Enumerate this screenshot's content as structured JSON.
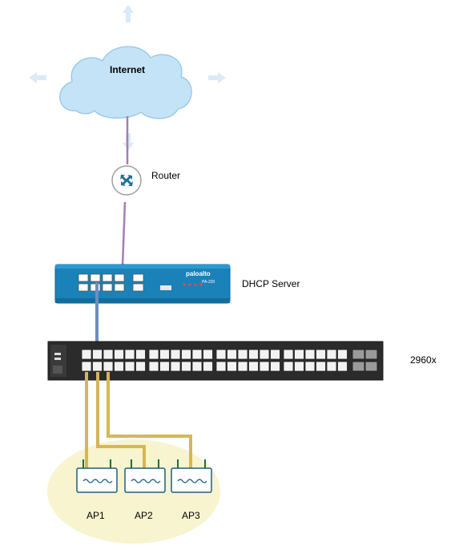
{
  "nodes": {
    "internet": {
      "label": "Internet",
      "icon": "cloud-icon"
    },
    "router": {
      "label": "Router",
      "icon": "router-icon"
    },
    "firewall": {
      "label": "DHCP Server",
      "brand": "paloalto",
      "model": "PA-220",
      "icon": "firewall-icon"
    },
    "switch": {
      "label": "2960x",
      "icon": "switch-icon"
    },
    "access_points": [
      {
        "label": "AP1",
        "icon": "access-point-icon"
      },
      {
        "label": "AP2",
        "icon": "access-point-icon"
      },
      {
        "label": "AP3",
        "icon": "access-point-icon"
      }
    ]
  },
  "links": [
    {
      "from": "internet",
      "to": "router",
      "color": "#a77bb5"
    },
    {
      "from": "router",
      "to": "firewall",
      "color": "#a77bb5"
    },
    {
      "from": "firewall",
      "to": "switch",
      "color": "#6c8ebf"
    },
    {
      "from": "switch",
      "to": "AP1",
      "color": "#d6b656"
    },
    {
      "from": "switch",
      "to": "AP2",
      "color": "#d6b656"
    },
    {
      "from": "switch",
      "to": "AP3",
      "color": "#d6b656"
    }
  ],
  "colors": {
    "cloud_fill": "#c5e3f7",
    "cloud_stroke": "#9ccbe8",
    "arrow": "#dbeaf7",
    "firewall_blue": "#1a82b8",
    "switch_body": "#2b2b2b",
    "ap_area": "#f8f4cf"
  }
}
